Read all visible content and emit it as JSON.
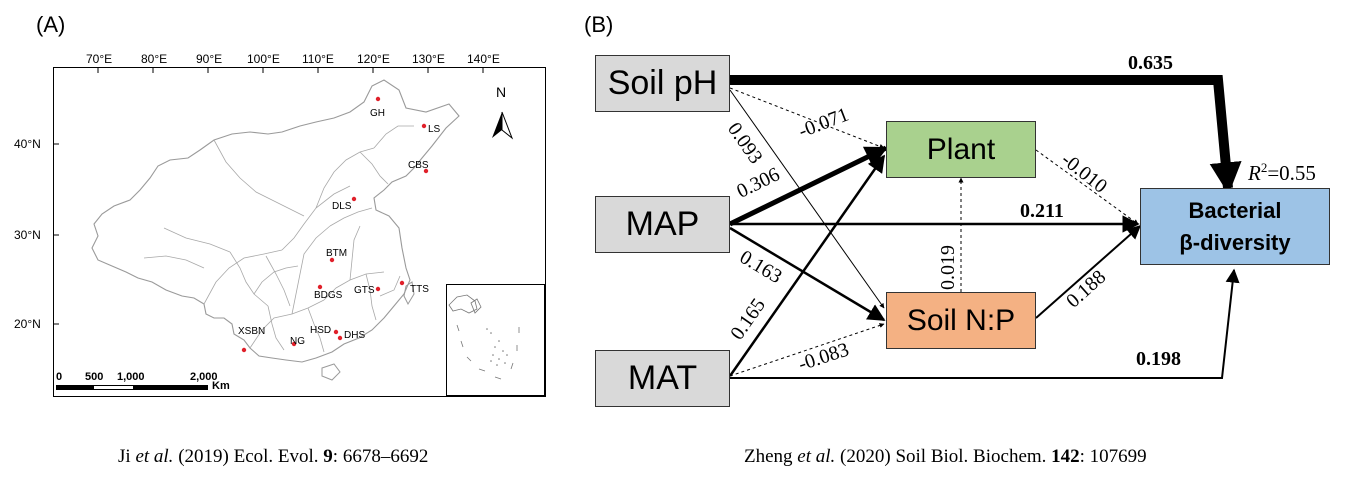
{
  "panel_a": {
    "label": "(A)",
    "lon_ticks": [
      "70°E",
      "80°E",
      "90°E",
      "100°E",
      "110°E",
      "120°E",
      "130°E",
      "140°E"
    ],
    "lat_ticks": [
      "40°N",
      "30°N",
      "20°N"
    ],
    "north_label": "N",
    "sites": [
      "GH",
      "LS",
      "CBS",
      "DLS",
      "BTM",
      "TTS",
      "BDGS",
      "GTS",
      "XSBN",
      "HSD",
      "NG",
      "DHS"
    ],
    "scale_ticks": [
      "0",
      "500",
      "1,000",
      "2,000"
    ],
    "scale_unit": "Km",
    "citation": {
      "authors": "Ji",
      "etal": "et al.",
      "year": "(2019) Ecol. Evol.",
      "volume": "9",
      "pages": ": 6678–6692"
    },
    "colors": {
      "site_dot": "#e0202a",
      "boundary": "#9a9a9a"
    }
  },
  "panel_b": {
    "label": "(B)",
    "nodes": {
      "soil_ph": "Soil pH",
      "map": "MAP",
      "mat": "MAT",
      "plant": "Plant",
      "soil_np": "Soil N:P",
      "bacterial_line1": "Bacterial",
      "bacterial_line2": "β-diversity"
    },
    "r2_label": "R",
    "r2_sup": "2",
    "r2_value": "=0.55",
    "paths": [
      {
        "from": "Soil pH",
        "to": "Bacterial β-diversity",
        "coef": "0.635",
        "style": "solid"
      },
      {
        "from": "Soil pH",
        "to": "Plant",
        "coef": "-0.071",
        "style": "dashed"
      },
      {
        "from": "Soil pH",
        "to": "Soil N:P",
        "coef": "0.093",
        "style": "solid"
      },
      {
        "from": "MAP",
        "to": "Plant",
        "coef": "0.306",
        "style": "solid"
      },
      {
        "from": "MAP",
        "to": "Bacterial β-diversity",
        "coef": "0.211",
        "style": "solid"
      },
      {
        "from": "MAP",
        "to": "Soil N:P",
        "coef": "0.163",
        "style": "solid"
      },
      {
        "from": "MAT",
        "to": "Plant",
        "coef": "0.165",
        "style": "solid"
      },
      {
        "from": "MAT",
        "to": "Soil N:P",
        "coef": "-0.083",
        "style": "dashed"
      },
      {
        "from": "MAT",
        "to": "Bacterial β-diversity",
        "coef": "0.198",
        "style": "solid"
      },
      {
        "from": "Plant",
        "to": "Bacterial β-diversity",
        "coef": "-0.010",
        "style": "dashed"
      },
      {
        "from": "Soil N:P",
        "to": "Plant",
        "coef": "0.019",
        "style": "dashed"
      },
      {
        "from": "Soil N:P",
        "to": "Bacterial β-diversity",
        "coef": "0.188",
        "style": "solid"
      }
    ],
    "citation": {
      "authors": "Zheng",
      "etal": "et al.",
      "year": "(2020) Soil Biol. Biochem.",
      "volume": "142",
      "pages": ": 107699"
    },
    "colors": {
      "grey_box": "#d9d9d9",
      "plant_box": "#a9d18e",
      "soil_np_box": "#f4b183",
      "bacterial_box": "#9dc3e6"
    }
  }
}
